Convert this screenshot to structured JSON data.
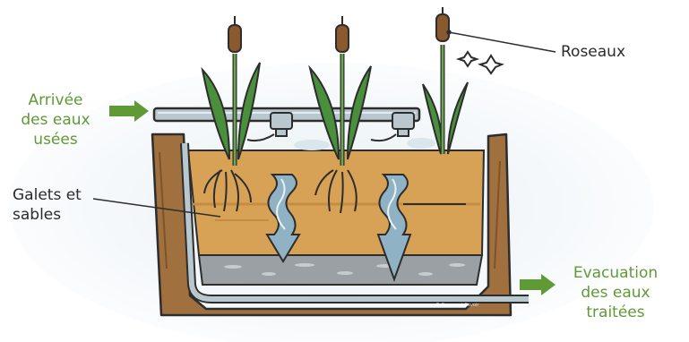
{
  "labels": {
    "inflow": "Arrivée\ndes eaux\nusées",
    "gravel": "Galets et\nsables",
    "reeds": "Roseaux",
    "outflow": "Evacuation\ndes eaux\ntraitées"
  },
  "credit": "© Comment Savoir",
  "colors": {
    "green": "#5f9a37",
    "soil": "#a0703e",
    "sand": "#d7a255",
    "gravel": "#9aa0a4",
    "pipe": "#b9c8cf",
    "water_arrow": "#8fb3c4",
    "reed_leaf": "#4a8f3c",
    "reed_head": "#8a5a2e"
  }
}
